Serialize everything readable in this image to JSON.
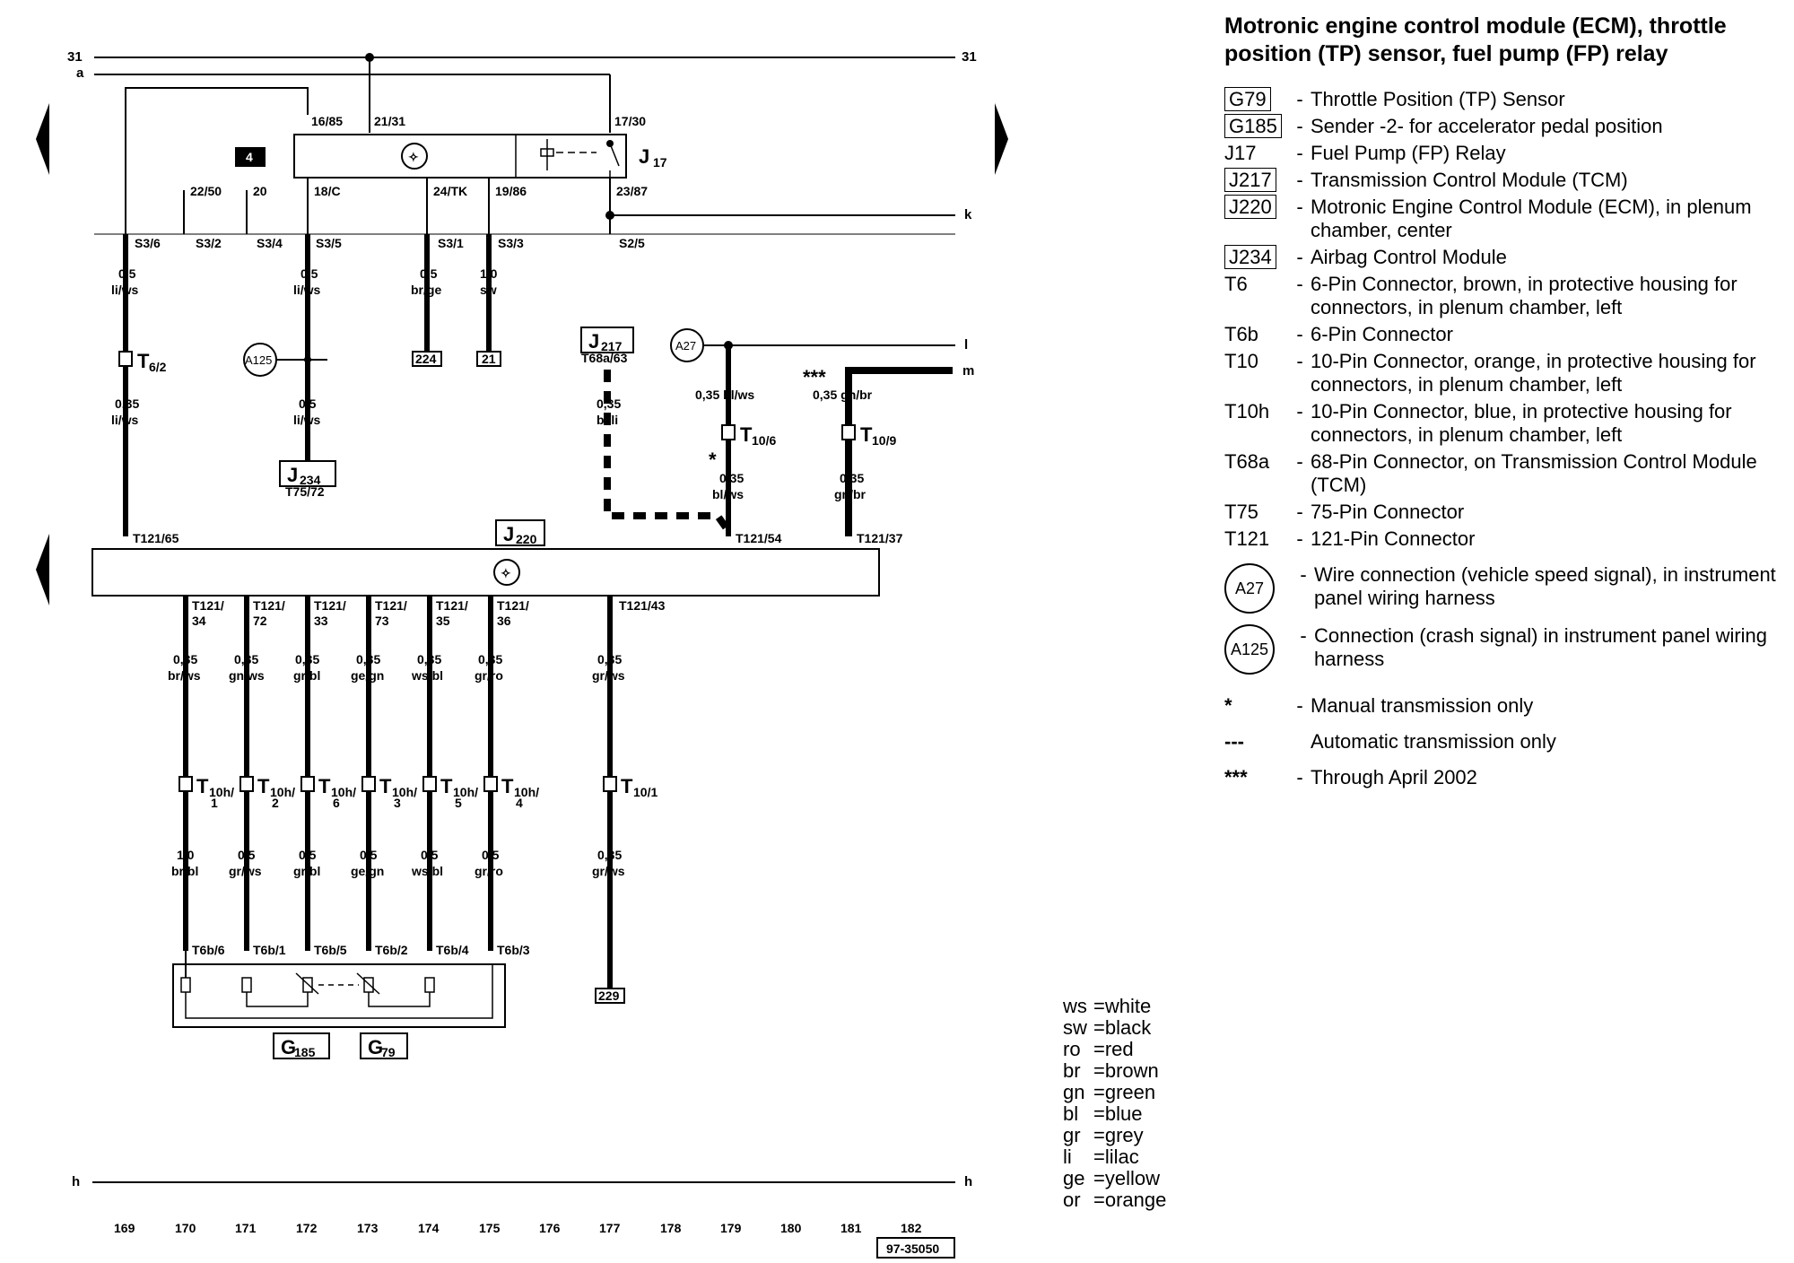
{
  "title": "Motronic engine control module (ECM), throttle position (TP) sensor, fuel pump (FP) relay",
  "components": [
    {
      "code": "G79",
      "boxed": true,
      "desc": "Throttle Position (TP) Sensor"
    },
    {
      "code": "G185",
      "boxed": true,
      "desc": "Sender -2- for accelerator pedal position"
    },
    {
      "code": "J17",
      "boxed": false,
      "desc": "Fuel Pump (FP) Relay"
    },
    {
      "code": "J217",
      "boxed": true,
      "desc": "Transmission Control Module (TCM)"
    },
    {
      "code": "J220",
      "boxed": true,
      "desc": "Motronic Engine Control Module (ECM), in plenum chamber, center"
    },
    {
      "code": "J234",
      "boxed": true,
      "desc": "Airbag Control Module"
    },
    {
      "code": "T6",
      "boxed": false,
      "desc": "6-Pin Connector, brown, in protective housing for connectors, in plenum chamber, left"
    },
    {
      "code": "T6b",
      "boxed": false,
      "desc": "6-Pin Connector"
    },
    {
      "code": "T10",
      "boxed": false,
      "desc": "10-Pin Connector, orange, in protective housing for connectors, in plenum chamber, left"
    },
    {
      "code": "T10h",
      "boxed": false,
      "desc": "10-Pin Connector, blue, in protective housing for connectors, in plenum chamber, left"
    },
    {
      "code": "T68a",
      "boxed": false,
      "desc": "68-Pin Connector, on Transmission Control Module (TCM)"
    },
    {
      "code": "T75",
      "boxed": false,
      "desc": "75-Pin Connector"
    },
    {
      "code": "T121",
      "boxed": false,
      "desc": "121-Pin Connector"
    }
  ],
  "locations": [
    {
      "code": "A27",
      "desc": "Wire connection (vehicle speed signal), in instrument panel wiring harness"
    },
    {
      "code": "A125",
      "desc": "Connection (crash signal) in instrument panel wiring harness"
    }
  ],
  "notes": [
    {
      "symbol": "*",
      "desc": "Manual transmission only"
    },
    {
      "symbol": "---",
      "desc": "Automatic transmission only"
    },
    {
      "symbol": "***",
      "desc": "Through April 2002"
    }
  ],
  "color_codes": [
    {
      "code": "ws",
      "name": "white"
    },
    {
      "code": "sw",
      "name": "black"
    },
    {
      "code": "ro",
      "name": "red"
    },
    {
      "code": "br",
      "name": "brown"
    },
    {
      "code": "gn",
      "name": "green"
    },
    {
      "code": "bl",
      "name": "blue"
    },
    {
      "code": "gr",
      "name": "grey"
    },
    {
      "code": "li",
      "name": "lilac"
    },
    {
      "code": "ge",
      "name": "yellow"
    },
    {
      "code": "or",
      "name": "orange"
    }
  ],
  "diagram": {
    "rails": {
      "r31": "31",
      "ra": "a",
      "rk": "k",
      "rl": "l",
      "rm": "m",
      "rh": "h"
    },
    "badge4": "4",
    "j17": {
      "label": "J",
      "sub": "17"
    },
    "j17_pins": {
      "p1": "16/85",
      "p2": "21/31",
      "p3": "17/30",
      "p4": "18/C",
      "p5": "24/TK",
      "p6": "19/86",
      "p7": "23/87",
      "p8": "22/50",
      "p9": "20"
    },
    "s_terms": {
      "s36": "S3/6",
      "s32": "S3/2",
      "s34": "S3/4",
      "s35": "S3/5",
      "s31": "S3/1",
      "s33": "S3/3",
      "s25": "S2/5"
    },
    "wire_top": {
      "w1": {
        "size": "0,5",
        "color": "li/ws"
      },
      "w2": {
        "size": "0,5",
        "color": "li/ws"
      },
      "w3": {
        "size": "0,5",
        "color": "br/ge"
      },
      "w4": {
        "size": "1,0",
        "color": "sw"
      }
    },
    "refs_top": {
      "r224": "224",
      "r21": "21"
    },
    "t6": {
      "label": "T",
      "sub": "6/2"
    },
    "w1b": {
      "size": "0,35",
      "color": "li/ws"
    },
    "a125": "A125",
    "w2b": {
      "size": "0,5",
      "color": "li/ws"
    },
    "j234": {
      "label": "J",
      "sub": "234",
      "pin": "T75/72"
    },
    "j217": {
      "label": "J",
      "sub": "217",
      "pin": "T68a/63"
    },
    "w_dash": {
      "size": "0,35",
      "color": "bl/li"
    },
    "a27": "A27",
    "w_a27": {
      "size": "0,35 bl/ws"
    },
    "t106": {
      "label": "T",
      "sub": "10/6"
    },
    "w_a27b": {
      "size": "0,35",
      "color": "bl/ws"
    },
    "star1": "*",
    "star3": "***",
    "w_m": {
      "size": "0,35 gn/br"
    },
    "t109": {
      "label": "T",
      "sub": "10/9"
    },
    "w_mb": {
      "size": "0,35",
      "color": "gn/br"
    },
    "j220": {
      "label": "J",
      "sub": "220"
    },
    "j220_top_pins": {
      "p65": "T121/65",
      "p54": "T121/54",
      "p37": "T121/37"
    },
    "j220_bottom_pins": [
      {
        "a": "T121/",
        "b": "34"
      },
      {
        "a": "T121/",
        "b": "72"
      },
      {
        "a": "T121/",
        "b": "33"
      },
      {
        "a": "T121/",
        "b": "73"
      },
      {
        "a": "T121/",
        "b": "35"
      },
      {
        "a": "T121/",
        "b": "36"
      }
    ],
    "pin43": "T121/43",
    "wires_mid": [
      {
        "size": "0,35",
        "color": "br/ws"
      },
      {
        "size": "0,35",
        "color": "gn/ws"
      },
      {
        "size": "0,35",
        "color": "gr/bl"
      },
      {
        "size": "0,35",
        "color": "ge/gn"
      },
      {
        "size": "0,35",
        "color": "ws/bl"
      },
      {
        "size": "0,35",
        "color": "gr/ro"
      }
    ],
    "wire43": {
      "size": "0,35",
      "color": "gr/ws"
    },
    "t10h": [
      {
        "label": "T",
        "sub": "10h/",
        "num": "1"
      },
      {
        "label": "T",
        "sub": "10h/",
        "num": "2"
      },
      {
        "label": "T",
        "sub": "10h/",
        "num": "6"
      },
      {
        "label": "T",
        "sub": "10h/",
        "num": "3"
      },
      {
        "label": "T",
        "sub": "10h/",
        "num": "5"
      },
      {
        "label": "T",
        "sub": "10h/",
        "num": "4"
      }
    ],
    "t101": {
      "label": "T",
      "sub": "10/1"
    },
    "wires_low": [
      {
        "size": "1,0",
        "color": "br/bl"
      },
      {
        "size": "0,5",
        "color": "gr/ws"
      },
      {
        "size": "0,5",
        "color": "gr/bl"
      },
      {
        "size": "0,5",
        "color": "ge/gn"
      },
      {
        "size": "0,5",
        "color": "ws/bl"
      },
      {
        "size": "0,5",
        "color": "gr/ro"
      }
    ],
    "wire43b": {
      "size": "0,35",
      "color": "gr/ws"
    },
    "t6b_pins": [
      "T6b/6",
      "T6b/1",
      "T6b/5",
      "T6b/2",
      "T6b/4",
      "T6b/3"
    ],
    "ref229": "229",
    "g185": {
      "label": "G",
      "sub": "185"
    },
    "g79": {
      "label": "G",
      "sub": "79"
    },
    "tracks": [
      "169",
      "170",
      "171",
      "172",
      "173",
      "174",
      "175",
      "176",
      "177",
      "178",
      "179",
      "180",
      "181",
      "182"
    ],
    "figure_id": "97-35050"
  }
}
